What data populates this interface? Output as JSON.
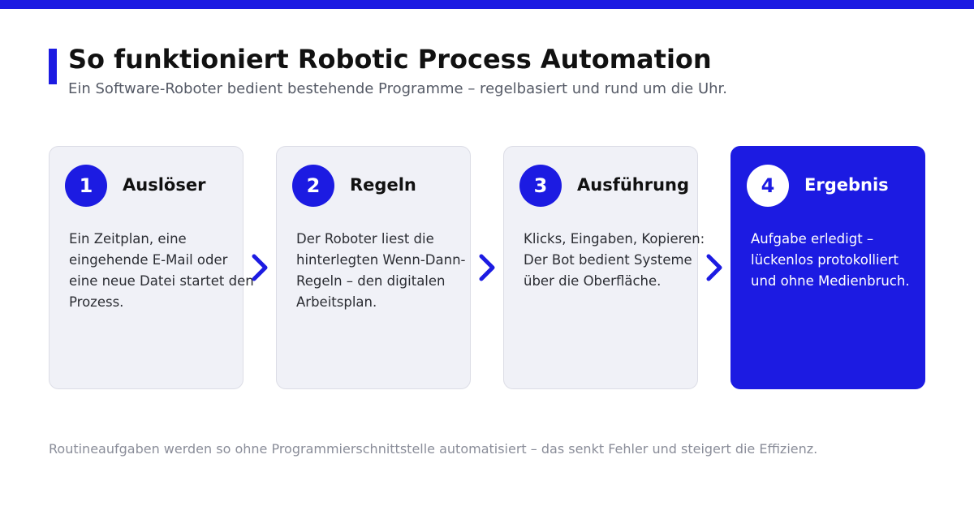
{
  "header": {
    "title": "So funktioniert Robotic Process Automation",
    "subtitle": "Ein Software-Roboter bedient bestehende Programme – regelbasiert und rund um die Uhr."
  },
  "steps": [
    {
      "number": "1",
      "title": "Auslöser",
      "text": "Ein Zeitplan, eine eingehende E-Mail oder eine neue Datei startet den Prozess."
    },
    {
      "number": "2",
      "title": "Regeln",
      "text": "Der Roboter liest die hinterlegten Wenn-Dann-Regeln – den digitalen Arbeitsplan."
    },
    {
      "number": "3",
      "title": "Ausführung",
      "text": "Klicks, Eingaben, Kopieren: Der Bot bedient Systeme über die Oberfläche."
    },
    {
      "number": "4",
      "title": "Ergebnis",
      "text": "Aufgabe erledigt – lückenlos protokolliert und ohne Medienbruch."
    }
  ],
  "footer": {
    "note": "Routineaufgaben werden so ohne Programmierschnittstelle automatisiert – das senkt Fehler und steigert die Effizienz."
  },
  "colors": {
    "accent": "#1c1be2",
    "card_bg": "#f0f1f7",
    "text": "#111111",
    "muted": "#8a8d99"
  },
  "icons": {
    "connector": "chevron-right-icon"
  }
}
